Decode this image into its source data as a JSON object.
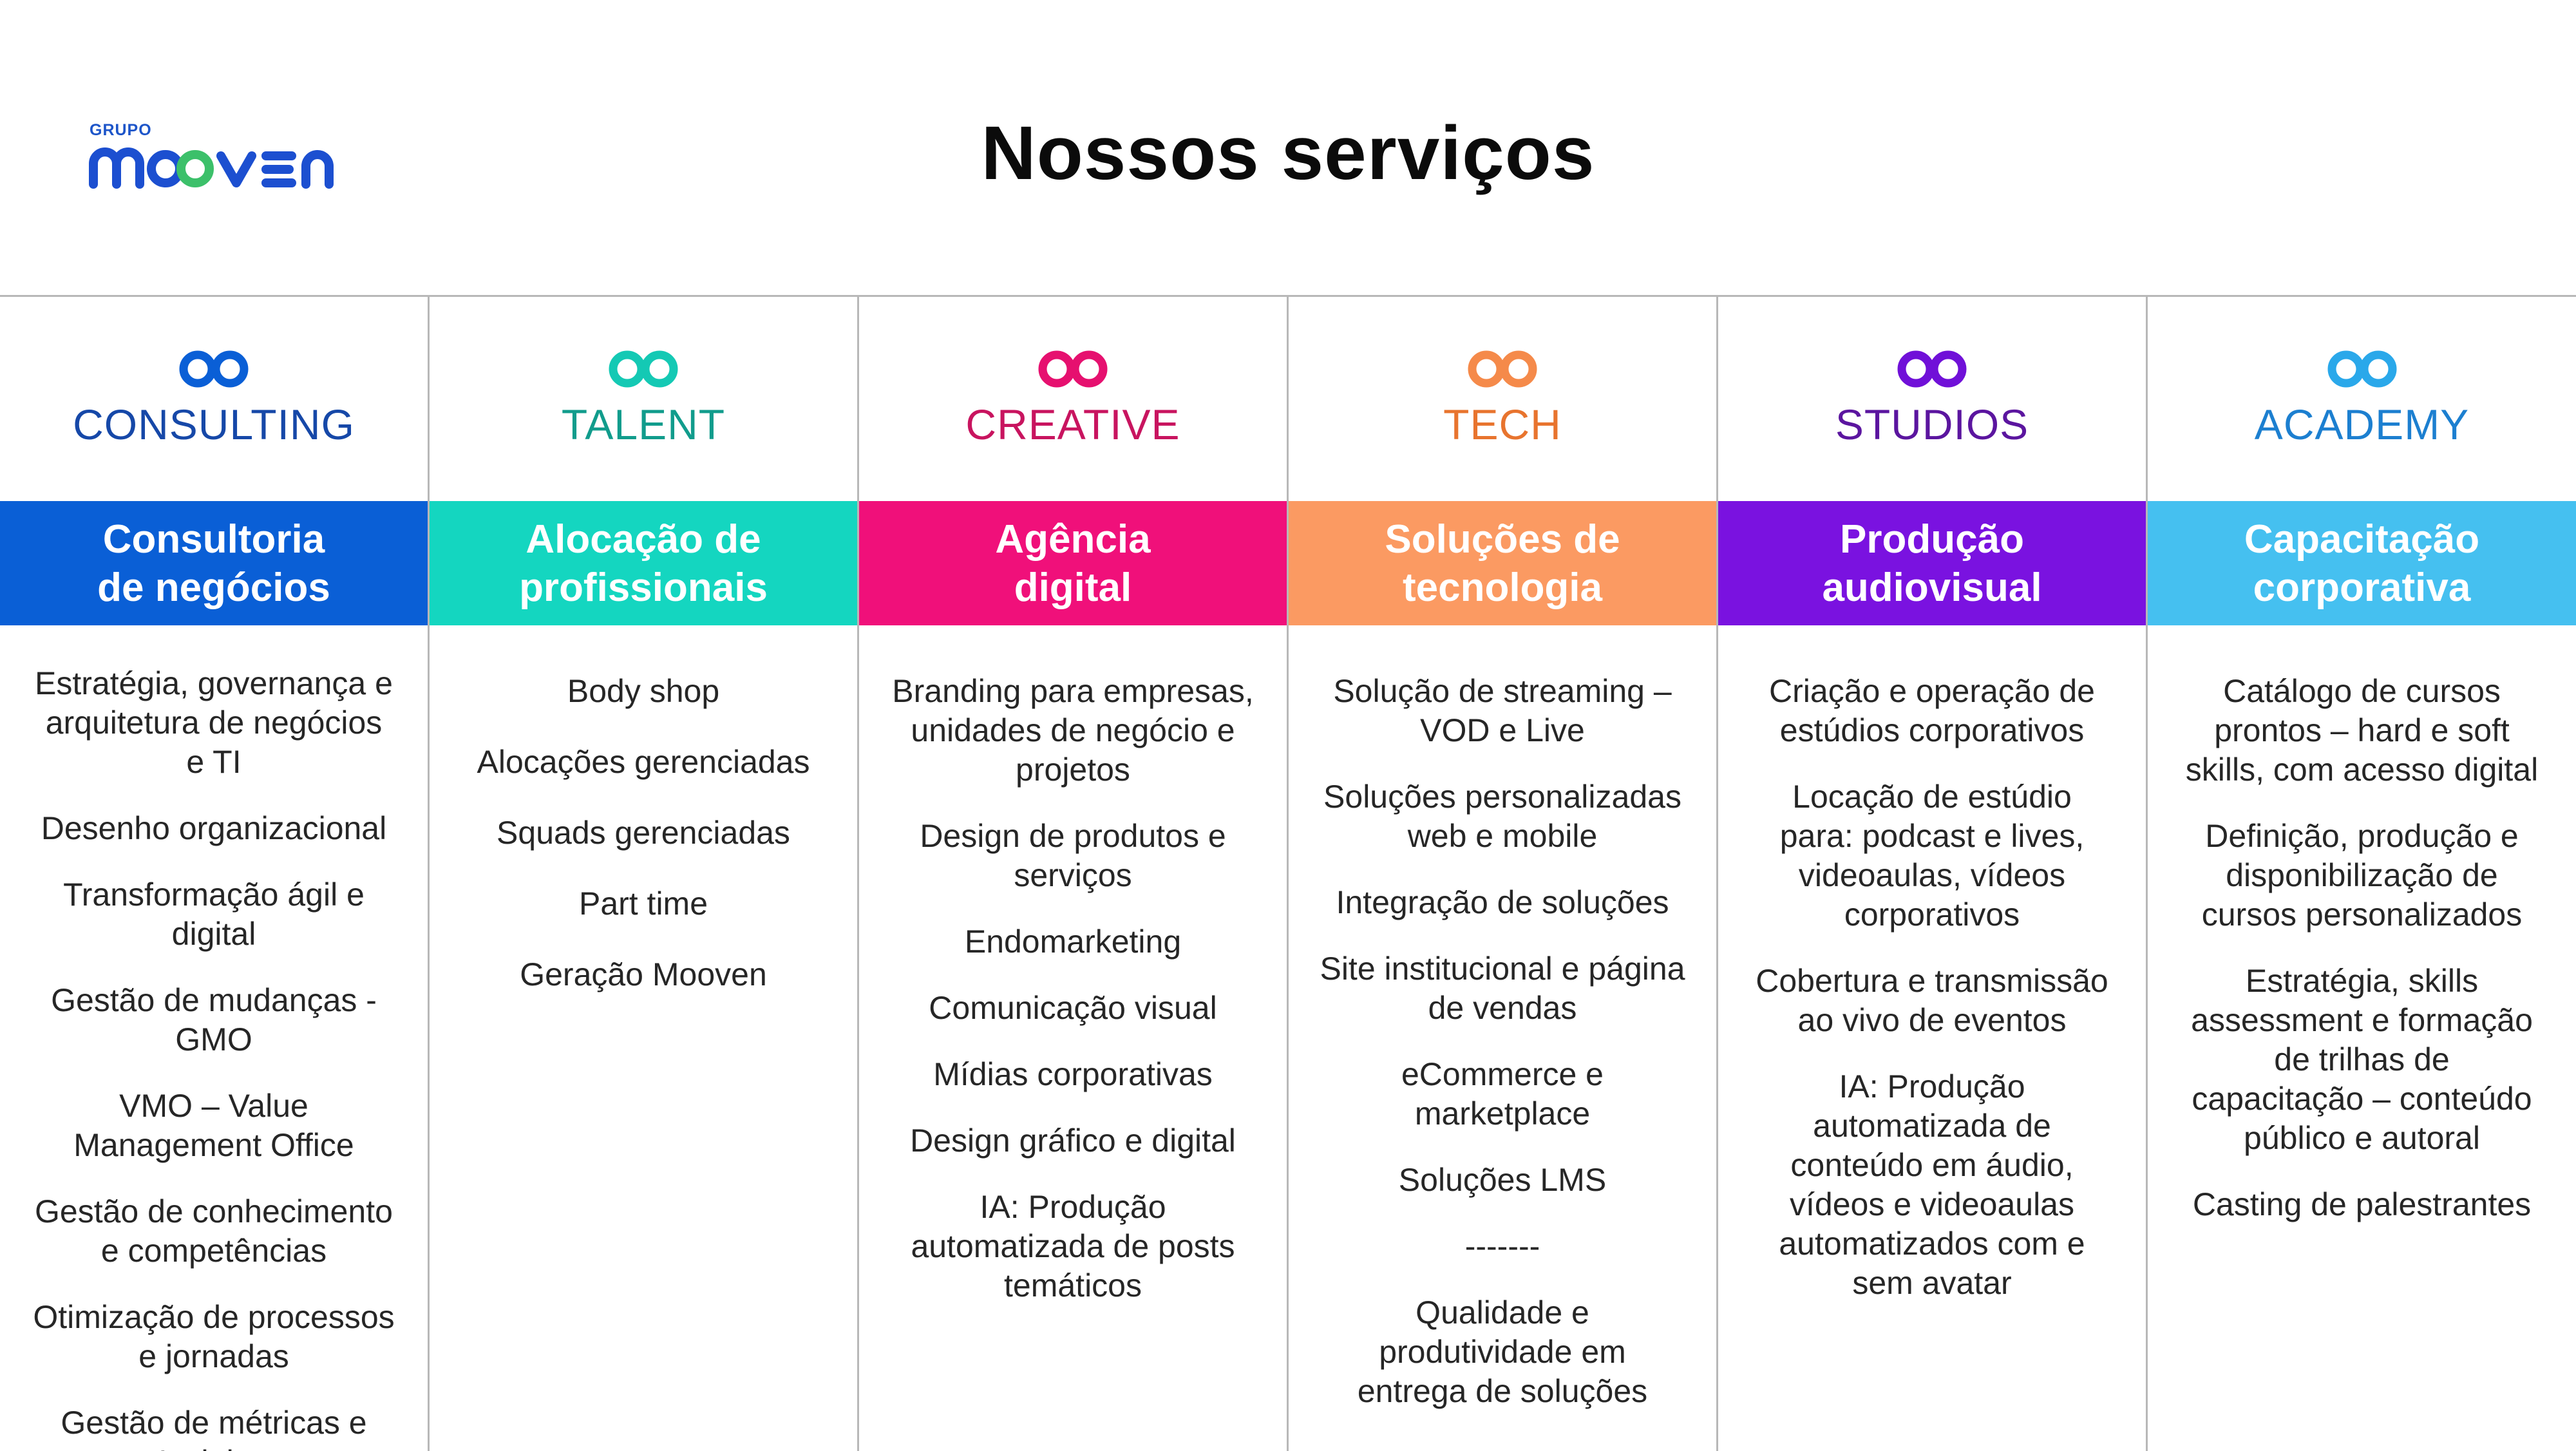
{
  "header": {
    "logo_small": "GRUPO",
    "logo_text": "MOOVEN",
    "title": "Nossos serviços"
  },
  "columns": [
    {
      "brand": "CONSULTING",
      "color": "#0a5fd6",
      "icon": "infinity-icon",
      "band": [
        "Consultoria",
        "de negócios"
      ],
      "items": [
        "Estratégia, governança e\narquitetura de negócios\ne TI",
        "Desenho organizacional",
        "Transformação ágil e\ndigital",
        "Gestão de mudanças -\nGMO",
        "VMO – Value\nManagement Office",
        "Gestão de conhecimento\ne competências",
        "Otimização de processos\ne jornadas",
        "Gestão de métricas e\nInsights"
      ]
    },
    {
      "brand": "TALENT",
      "color": "#14d6c0",
      "icon": "infinity-icon",
      "band": [
        "Alocação de",
        "profissionais"
      ],
      "items": [
        "Body shop",
        "Alocações gerenciadas",
        "Squads gerenciadas",
        "Part time",
        "Geração Mooven"
      ]
    },
    {
      "brand": "CREATIVE",
      "color": "#f0107a",
      "icon": "infinity-icon",
      "band": [
        "Agência",
        "digital"
      ],
      "items": [
        "Branding para empresas,\nunidades de negócio e\nprojetos",
        "Design de produtos e\nserviços",
        "Endomarketing",
        "Comunicação visual",
        "Mídias corporativas",
        "Design gráfico e digital",
        "IA: Produção\nautomatizada de posts\ntemáticos"
      ]
    },
    {
      "brand": "TECH",
      "color": "#fb9a62",
      "icon": "infinity-icon",
      "band": [
        "Soluções de",
        "tecnologia"
      ],
      "items": [
        "Solução de streaming –\nVOD e Live",
        "Soluções personalizadas\nweb e mobile",
        "Integração de soluções",
        "Site institucional e página\nde vendas",
        "eCommerce e\nmarketplace",
        "Soluções LMS",
        "-------",
        "Qualidade e\nprodutividade em\nentrega de soluções"
      ]
    },
    {
      "brand": "STUDIOS",
      "color": "#7a12e0",
      "icon": "infinity-icon",
      "band": [
        "Produção",
        "audiovisual"
      ],
      "items": [
        "Criação e operação de\nestúdios corporativos",
        "Locação de estúdio\npara: podcast e lives,\nvideoaulas, vídeos\ncorporativos",
        "Cobertura e transmissão\nao vivo de eventos",
        "IA: Produção\nautomatizada de\nconteúdo em áudio,\nvídeos e videoaulas\nautomatizados com e\nsem avatar"
      ]
    },
    {
      "brand": "ACADEMY",
      "color": "#45c0f0",
      "icon": "infinity-icon",
      "band": [
        "Capacitação",
        "corporativa"
      ],
      "items": [
        "Catálogo de cursos\nprontos – hard e soft\nskills, com acesso digital",
        "Definição, produção e\ndisponibilização de\ncursos personalizados",
        "Estratégia, skills\nassessment e formação\nde trilhas de\ncapacitação – conteúdo\npúblico e autoral",
        "Casting de palestrantes"
      ]
    }
  ],
  "brand_text_colors": [
    "#1648a8",
    "#119c8c",
    "#c8145f",
    "#e8742e",
    "#5b159f",
    "#1c7fd0"
  ]
}
